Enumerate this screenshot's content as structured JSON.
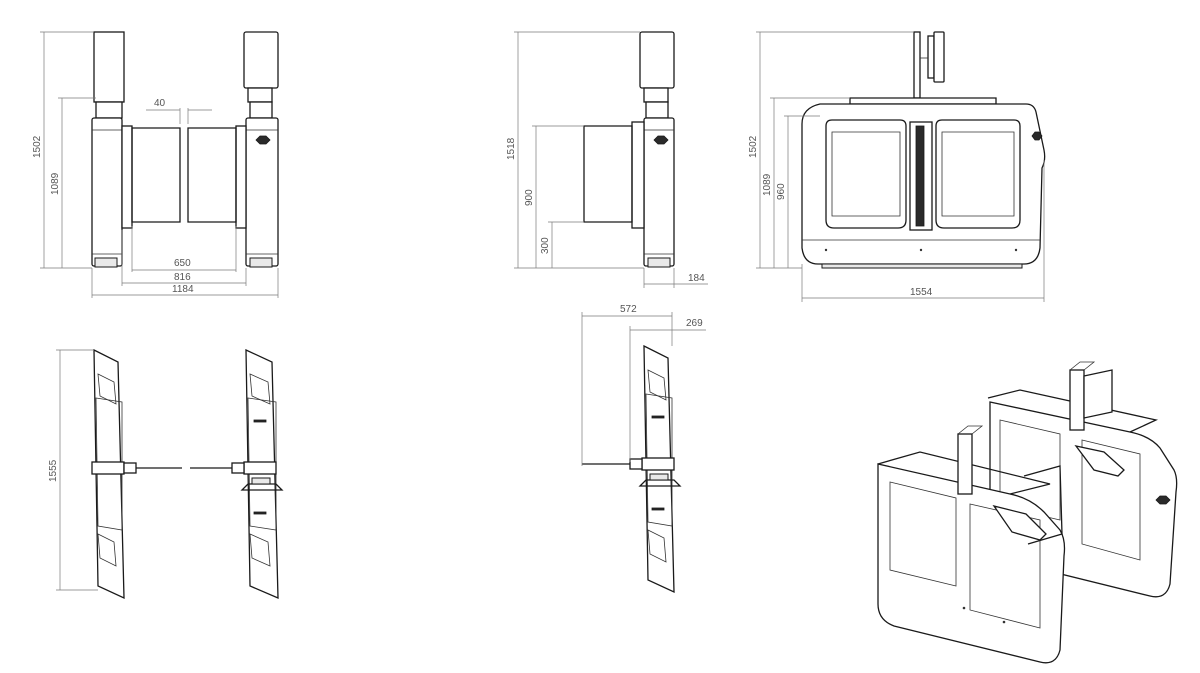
{
  "front_view": {
    "height_total": "1502",
    "height_cabinet": "1089",
    "gap_top": "40",
    "passage": "650",
    "inner_width": "816",
    "overall_width": "1184"
  },
  "side_view": {
    "height_total": "1518",
    "gate_height": "900",
    "gate_bottom": "300",
    "panel_depth": "184"
  },
  "end_view": {
    "height_total": "1502",
    "height_cabinet": "1089",
    "height_panel": "960",
    "length": "1554"
  },
  "plan_view": {
    "length": "1555"
  },
  "plan_side_view": {
    "reach": "572",
    "offset": "269"
  }
}
